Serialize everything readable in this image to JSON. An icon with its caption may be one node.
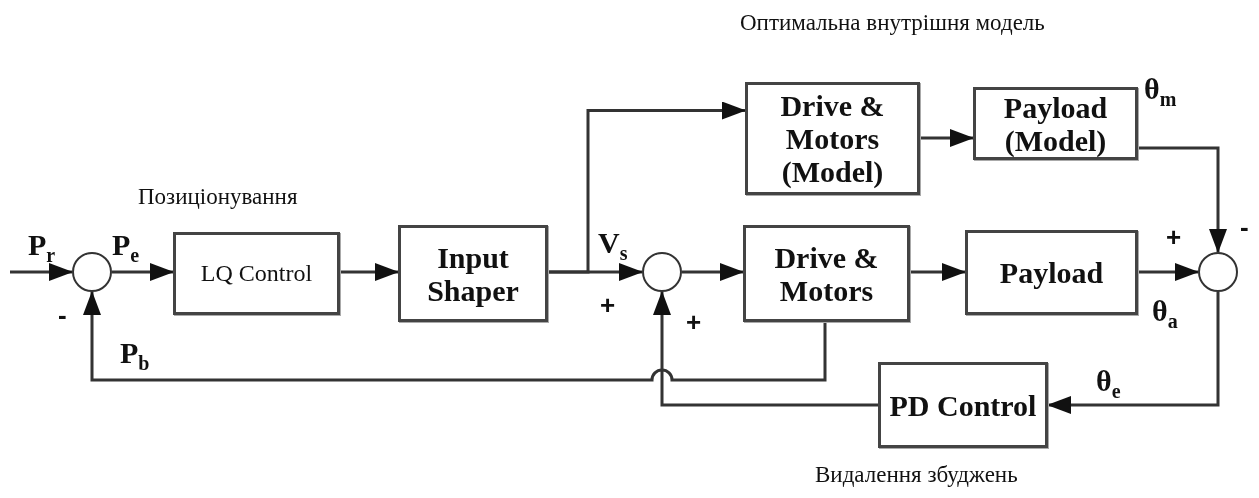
{
  "diagram": {
    "nodes": [
      {
        "text": [],
        "shape": "circle"
      },
      {
        "text": [
          "LQ Control"
        ],
        "beside": [
          "Позиціонування"
        ]
      },
      {
        "text": [
          "Input Shaper"
        ]
      },
      {
        "text": [],
        "shape": "circle"
      },
      {
        "text": [
          "Drive & Motors"
        ]
      },
      {
        "text": [
          "Payload"
        ]
      },
      {
        "text": [],
        "shape": "circle"
      },
      {
        "text": [
          "Drive & Motors (Model)"
        ]
      },
      {
        "text": [
          "Payload (Model)"
        ]
      },
      {
        "text": [
          "PD Control"
        ],
        "beside": [
          "Видалення збуджень"
        ]
      }
    ],
    "edges": [
      {
        "from": null,
        "to": 0,
        "arrow": "to",
        "label": "P$_{r}$"
      },
      {
        "from": 0,
        "to": 1,
        "arrow": "to",
        "label": "P$_{e}$"
      },
      {
        "from": 1,
        "to": 2,
        "arrow": "to"
      },
      {
        "from": 2,
        "to": 3,
        "arrow": "to",
        "label": "V$_{s}$"
      },
      {
        "from": 2,
        "to": 7,
        "arrow": "to"
      },
      {
        "from": 3,
        "to": 4,
        "arrow": "to"
      },
      {
        "from": 4,
        "to": 5,
        "arrow": "to"
      },
      {
        "from": 7,
        "to": 8,
        "arrow": "to"
      },
      {
        "from": 5,
        "to": 6,
        "arrow": "to",
        "label": "θ$_{a}$"
      },
      {
        "from": 8,
        "to": 6,
        "arrow": "to",
        "label": "θ$_{m}$"
      },
      {
        "from": 6,
        "to": 9,
        "arrow": "to",
        "label": "θ$_{e}$"
      },
      {
        "from": 9,
        "to": 3,
        "arrow": "to"
      },
      {
        "from": 4,
        "to": 0,
        "arrow": "to",
        "label": "P$_{b}$"
      }
    ],
    "labels": [
      "Оптимальна внутрішня модель",
      "-",
      "+",
      "+",
      "+",
      "-"
    ]
  }
}
